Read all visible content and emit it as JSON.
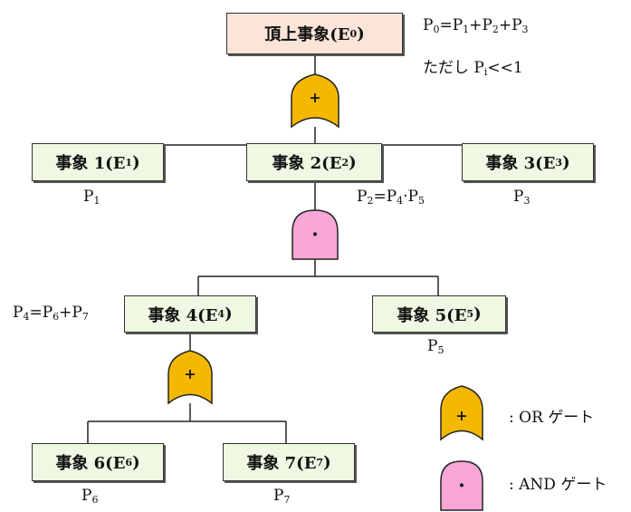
{
  "top_event": {
    "label": "頂上事象(E",
    "sub": "0",
    "close": ")"
  },
  "formula_top": {
    "p": "P",
    "s0": "0",
    "eq": "=P",
    "s1": "1",
    "plus1": "+P",
    "s2": "2",
    "plus2": "+P",
    "s3": "3"
  },
  "note": {
    "pre": "ただし P",
    "sub": "i",
    "post": "<<1"
  },
  "events": [
    {
      "label": "事象 1(E",
      "sub": "1",
      "close": ")",
      "prob": "P",
      "prob_sub": "1"
    },
    {
      "label": "事象 2(E",
      "sub": "2",
      "close": ")",
      "prob": "P",
      "prob_sub": "2"
    },
    {
      "label": "事象 3(E",
      "sub": "3",
      "close": ")",
      "prob": "P",
      "prob_sub": "3"
    },
    {
      "label": "事象 4(E",
      "sub": "4",
      "close": ")",
      "prob": "P",
      "prob_sub": "4"
    },
    {
      "label": "事象 5(E",
      "sub": "5",
      "close": ")",
      "prob": "P",
      "prob_sub": "5"
    },
    {
      "label": "事象 6(E",
      "sub": "6",
      "close": ")",
      "prob": "P",
      "prob_sub": "6"
    },
    {
      "label": "事象 7(E",
      "sub": "7",
      "close": ")",
      "prob": "P",
      "prob_sub": "7"
    }
  ],
  "formula_p2": {
    "p": "P",
    "s2": "2",
    "eq": "=P",
    "s4": "4",
    "dot": "·P",
    "s5": "5"
  },
  "formula_p4": {
    "p": "P",
    "s4": "4",
    "eq": "=P",
    "s6": "6",
    "plus": "+P",
    "s7": "7"
  },
  "gates": {
    "or_symbol": "+",
    "and_symbol": "·"
  },
  "legend": {
    "or_label": ": OR ゲート",
    "and_label": ": AND ゲート"
  },
  "colors": {
    "or_fill": "#f5b800",
    "and_fill": "#f7a6d6",
    "event_fill": "#eef8e2",
    "top_fill": "#fbe4d8"
  }
}
